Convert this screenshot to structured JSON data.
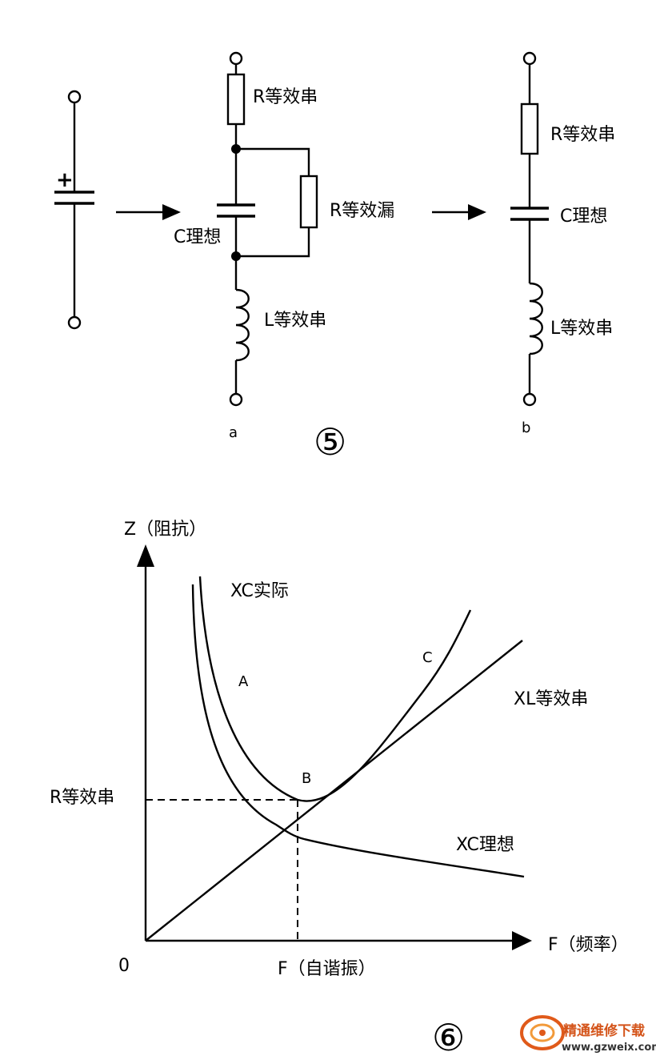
{
  "figure5": {
    "number": "⑤",
    "circuit_a": {
      "label": "a",
      "r_series": "R等效串",
      "c_ideal": "C理想",
      "r_leak": "R等效漏",
      "l_series": "L等效串"
    },
    "circuit_b": {
      "label": "b",
      "r_series": "R等效串",
      "c_ideal": "C理想",
      "l_series": "L等效串"
    },
    "polarity": "+"
  },
  "figure6": {
    "number": "⑥",
    "y_axis_label": "Z（阻抗）",
    "x_axis_label": "F（频率）",
    "origin_label": "0",
    "self_resonance_label": "F（自谐振）",
    "r_series_label": "R等效串",
    "curves": {
      "xc_actual": "XC实际",
      "xl_series": "XL等效串",
      "xc_ideal": "XC理想"
    },
    "points": {
      "a": "A",
      "b": "B",
      "c": "C"
    }
  },
  "watermark": {
    "site_name": "精通维修下载",
    "url": "www.gzweix.com"
  }
}
